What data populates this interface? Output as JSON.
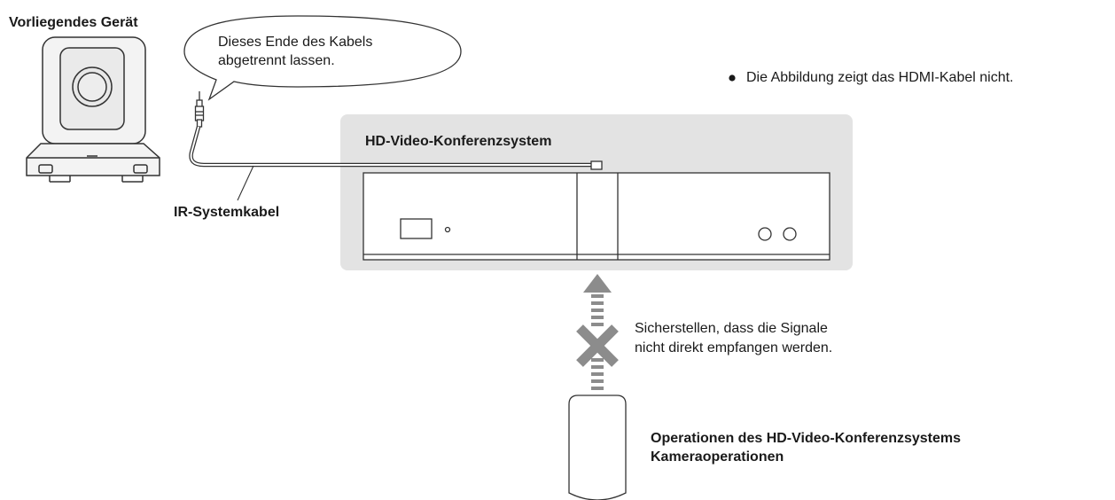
{
  "labels": {
    "device_title": "Vorliegendes Gerät",
    "bubble_line1": "Dieses Ende des Kabels",
    "bubble_line2": "abgetrennt lassen.",
    "note": "Die Abbildung zeigt das HDMI-Kabel nicht.",
    "system_title": "HD-Video-Konferenzsystem",
    "ir_cable": "IR-Systemkabel",
    "signal_line1": "Sicherstellen, dass die Signale",
    "signal_line2": "nicht direkt empfangen werden.",
    "remote_line1": "Operationen des HD-Video-Konferenzsystems",
    "remote_line2": "Kameraoperationen"
  },
  "icons": {
    "note_bullet": "bullet-dot-icon",
    "blocked_signal": "cross-icon",
    "signal_direction": "arrow-up-icon"
  },
  "colors": {
    "system_panel": "#e3e3e3",
    "cross": "#8c8c8c",
    "line": "#333333"
  }
}
